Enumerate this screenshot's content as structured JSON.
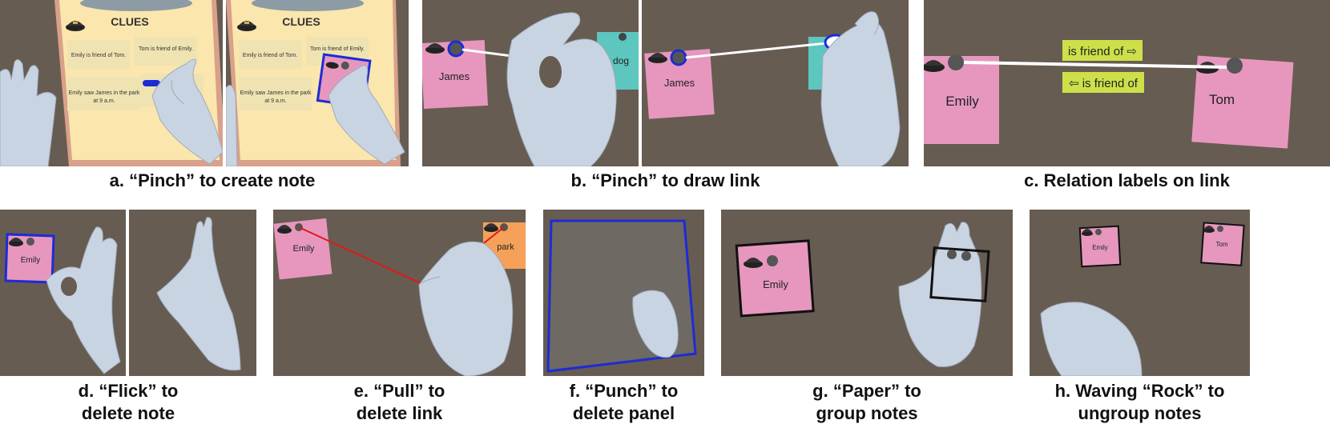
{
  "captions": {
    "a": "a. “Pinch” to create note",
    "b": "b. “Pinch” to draw link",
    "c": "c. Relation labels on link",
    "d1": "d. “Flick” to",
    "d2": "delete note",
    "e1": "e. “Pull” to",
    "e2": "delete link",
    "f1": "f. “Punch” to",
    "f2": "delete panel",
    "g1": "g. “Paper” to",
    "g2": "group notes",
    "h1": "h. Waving “Rock” to",
    "h2": "ungroup notes"
  },
  "clueboard": {
    "title": "CLUES",
    "clue1": "Emily is friend of Tom.",
    "clue2": "Tom is friend of Emily.",
    "clue3a": "Emily saw James in the park",
    "clue3b": "at 9 a.m."
  },
  "notes": {
    "james": "James",
    "dog": "dog",
    "emily": "Emily",
    "tom": "Tom",
    "park": "park"
  },
  "relations": {
    "forward": "is friend of ⇨",
    "backward": "⇦ is friend of"
  },
  "colors": {
    "background": "#675c51",
    "note_pink": "#e797be",
    "note_teal": "#5cc6bf",
    "note_orange": "#f5a15a",
    "label_yellow": "#cde04a",
    "selection_blue": "#1c2cd6",
    "delete_red": "#e01818",
    "link_white": "#ffffff"
  }
}
